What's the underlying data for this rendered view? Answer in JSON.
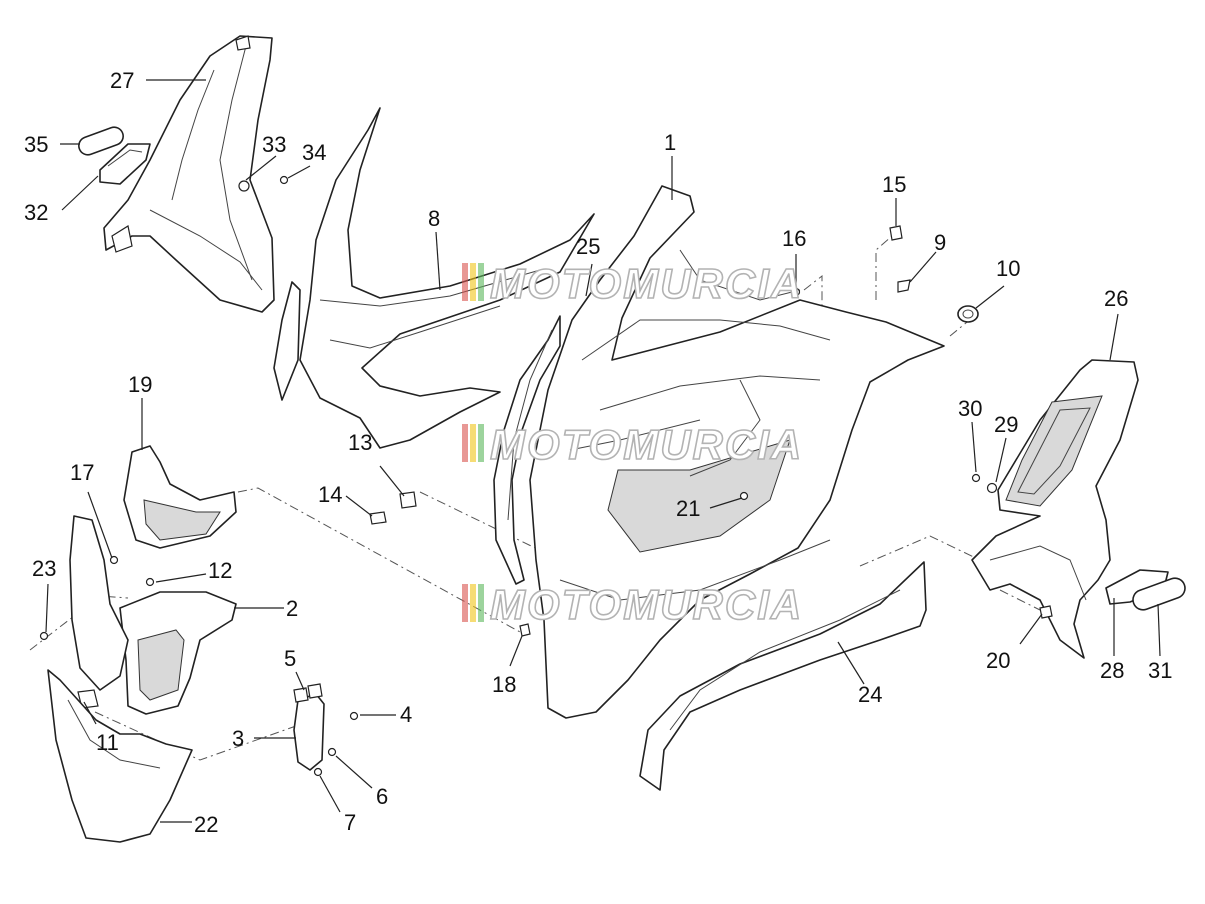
{
  "watermark": {
    "text": "MOTOMURCIA",
    "stripe_colors": [
      "#d9534f",
      "#f0c419",
      "#5cb85c"
    ]
  },
  "callouts": [
    "1",
    "2",
    "3",
    "4",
    "5",
    "6",
    "7",
    "8",
    "9",
    "10",
    "11",
    "12",
    "13",
    "14",
    "15",
    "16",
    "17",
    "18",
    "19",
    "20",
    "21",
    "22",
    "23",
    "24",
    "25",
    "26",
    "27",
    "28",
    "29",
    "30",
    "31",
    "32",
    "33",
    "34",
    "35"
  ]
}
